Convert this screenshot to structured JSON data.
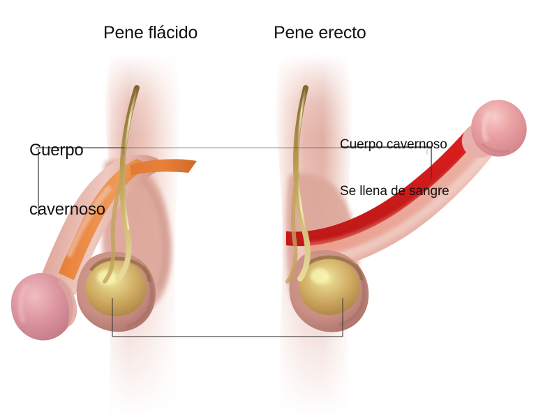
{
  "figure": {
    "kind": "medical-illustration",
    "subject": "comparacion-pene-flacido-erecto",
    "background_color": "#ffffff"
  },
  "titles": {
    "flaccid": "Pene flácido",
    "erect": "Pene erecto"
  },
  "labels": {
    "left": {
      "line1": "Cuerpo",
      "line2": "cavernoso"
    },
    "right": {
      "line1": "Cuerpo cavernoso",
      "line2": "Se llena de sangre"
    }
  },
  "colors": {
    "skin_light": "#f0cfc6",
    "skin_mid": "#dba397",
    "skin_shadow": "#c98e84",
    "corpus_flaccid": "#e8803a",
    "corpus_flaccid_dark": "#cf6a28",
    "corpus_erect": "#e01e1e",
    "corpus_erect_dark": "#b71717",
    "glans_pink": "#d88e99",
    "glans_pink_light": "#f0b6bb",
    "testicle_tan": "#c9a05c",
    "testicle_highlight": "#f2f0a0",
    "vas_brown": "#8a6b3a",
    "vas_light": "#e8d79a",
    "leader_line": "#3c3c3c",
    "text": "#111111"
  },
  "leaders": {
    "left_callout": "horizontal from label down-right into flaccid shaft",
    "right_callout": "horizontal from label then down into erect shaft",
    "center_frame": "faint rectangle between the two bodies",
    "bottom_bracket": "bracket joining both testicles"
  }
}
